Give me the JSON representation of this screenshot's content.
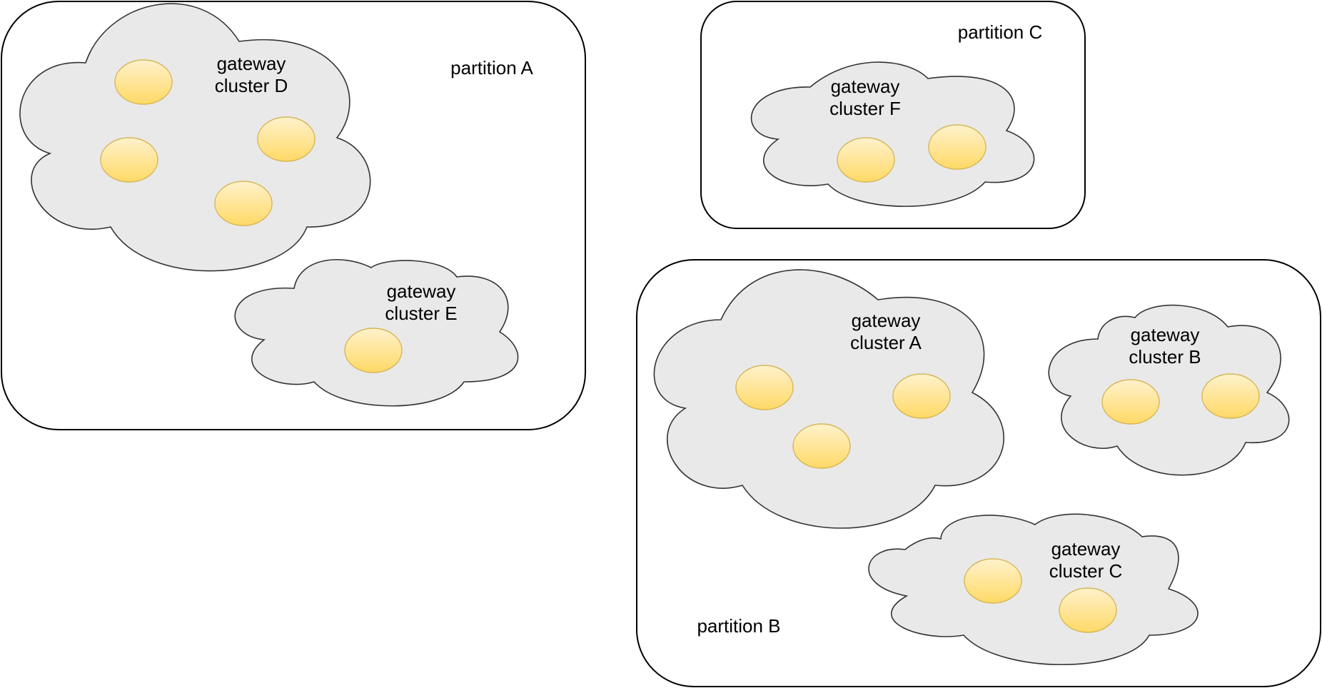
{
  "colors": {
    "cloud_fill": "#e9e9e9",
    "cloud_stroke": "#333333",
    "node_fill_top": "#fff2cc",
    "node_fill_bottom": "#ffd966",
    "node_stroke": "#d6b656",
    "border": "#000000"
  },
  "partitions": {
    "a": {
      "label": "partition A"
    },
    "b": {
      "label": "partition B"
    },
    "c": {
      "label": "partition C"
    }
  },
  "clusters": {
    "a": {
      "line1": "gateway",
      "line2": "cluster A",
      "nodes": 3
    },
    "b": {
      "line1": "gateway",
      "line2": "cluster B",
      "nodes": 2
    },
    "c": {
      "line1": "gateway",
      "line2": "cluster C",
      "nodes": 2
    },
    "d": {
      "line1": "gateway",
      "line2": "cluster D",
      "nodes": 4
    },
    "e": {
      "line1": "gateway",
      "line2": "cluster E",
      "nodes": 1
    },
    "f": {
      "line1": "gateway",
      "line2": "cluster F",
      "nodes": 2
    }
  }
}
